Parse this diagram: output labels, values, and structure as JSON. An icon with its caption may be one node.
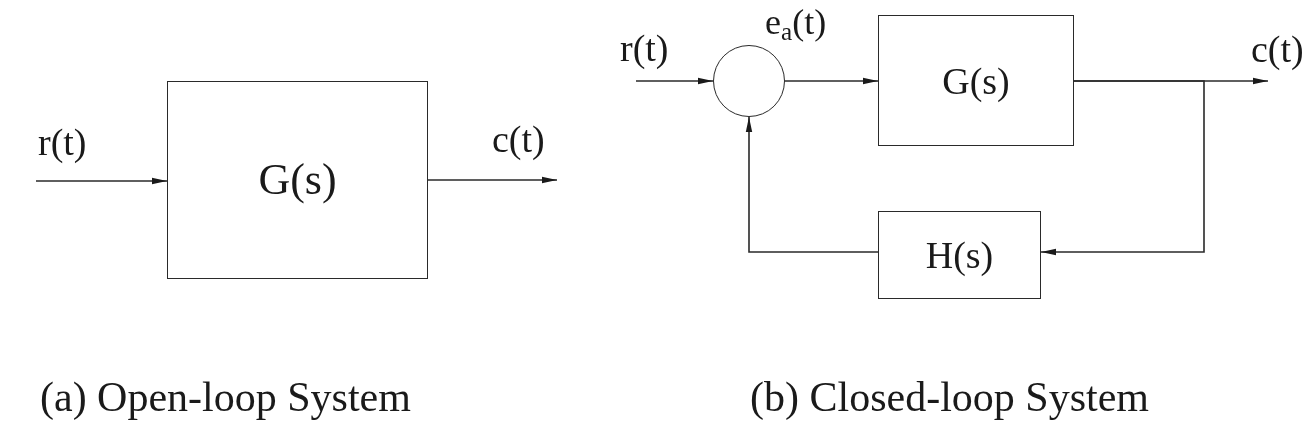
{
  "diagram": {
    "nodes": [
      {
        "text": [
          "G(s)"
        ]
      },
      {
        "text": [],
        "shape": "circle"
      },
      {
        "text": [
          "G(s)"
        ]
      },
      {
        "text": [
          "H(s)"
        ]
      }
    ],
    "edges": [
      {
        "from": null,
        "to": 0,
        "arrow": "to",
        "label": "r(t)"
      },
      {
        "from": 0,
        "to": null,
        "arrow": "to",
        "label": "c(t)"
      },
      {
        "from": null,
        "to": 1,
        "arrow": "to",
        "label": "r(t)"
      },
      {
        "from": 1,
        "to": 2,
        "arrow": "to",
        "label": "e$_{a}$(t)"
      },
      {
        "from": 2,
        "to": null,
        "arrow": "to",
        "label": "c(t)"
      },
      {
        "from": 2,
        "to": 3,
        "arrow": "to"
      },
      {
        "from": 3,
        "to": 1,
        "arrow": "to"
      }
    ],
    "labels": [
      "(a) Open-loop System",
      "(b) Closed-loop System"
    ]
  }
}
